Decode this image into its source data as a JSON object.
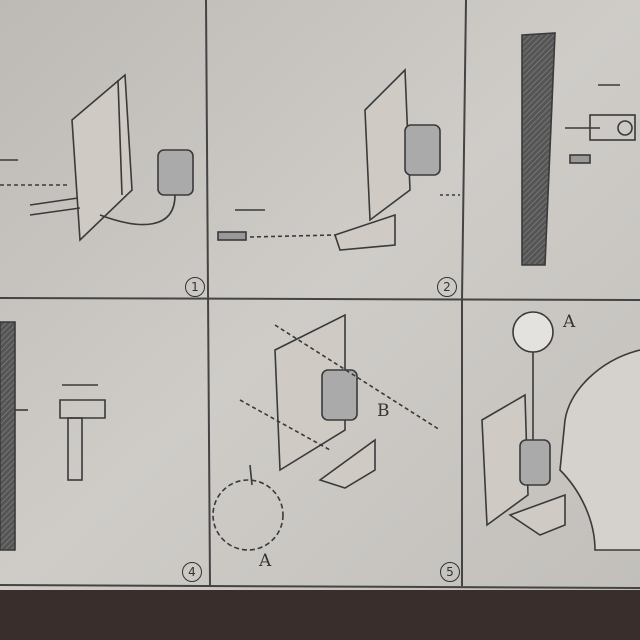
{
  "steps": {
    "s1": "1",
    "s2": "2",
    "s4": "4",
    "s5": "5"
  },
  "letters": {
    "a5": "A",
    "b5": "B",
    "a6": "A"
  },
  "colors": {
    "paper": "#c9c6c2",
    "ink": "#3a3a3a",
    "table": "#3a2e2c"
  }
}
